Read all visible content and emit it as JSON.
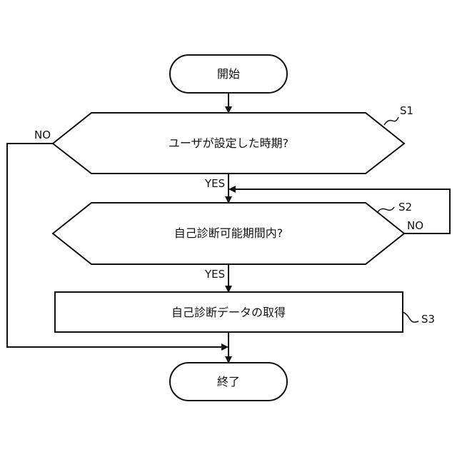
{
  "flowchart": {
    "start": "開始",
    "decision1": "ユーザが設定した時期?",
    "decision2": "自己診断可能期間内?",
    "process": "自己診断データの取得",
    "end": "終了",
    "yes1": "YES",
    "yes2": "YES",
    "no1": "NO",
    "no2": "NO",
    "step1": "S1",
    "step2": "S2",
    "step3": "S3"
  }
}
